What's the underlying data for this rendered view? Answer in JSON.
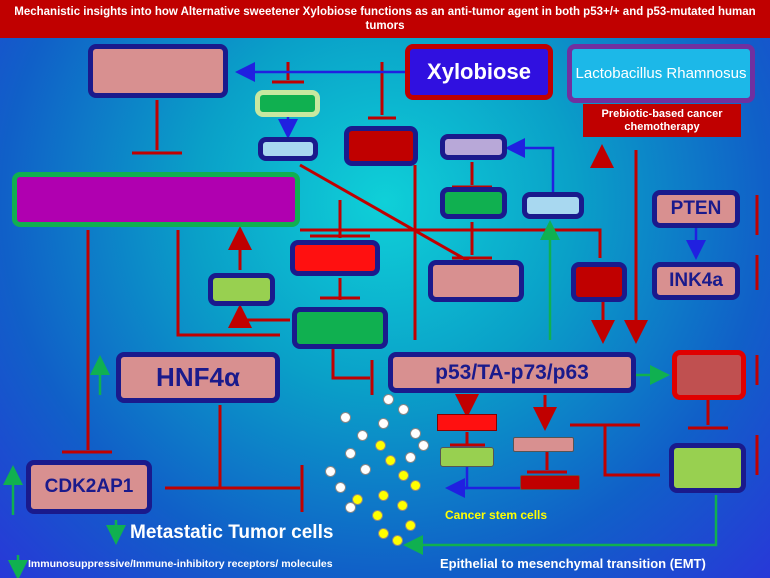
{
  "title": "Mechanistic insights into how  Alternative sweetener Xylobiose functions as an anti-tumor agent in both p53+/+ and p53-mutated human tumors",
  "nodes": {
    "xylobiose": "Xylobiose",
    "lactobacillus": "Lactobacillus Rhamnosus",
    "prebiotic": "Prebiotic-based cancer chemotherapy",
    "pten": "PTEN",
    "ink4a": "INK4a",
    "hnf4a": "HNF4α",
    "p53": "p53/TA-p73/p63",
    "cdk2ap1": "CDK2AP1"
  },
  "labels": {
    "metastatic": "Metastatic Tumor cells",
    "cancer_stem": "Cancer stem cells",
    "immuno": "Immunosuppressive/Immune-inhibitory receptors/ molecules",
    "emt": "Epithelial to mesenchymal transition (EMT)"
  },
  "colors": {
    "title_bg": "#c00000",
    "inhibit": "#c00000",
    "activate_green": "#10b050",
    "activate_blue": "#2020e0"
  }
}
